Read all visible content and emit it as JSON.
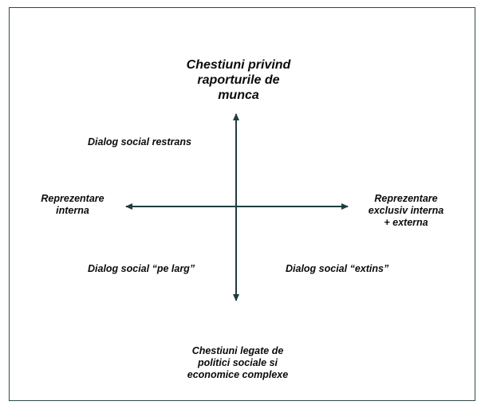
{
  "diagram": {
    "top_label": [
      "Chestiuni privind",
      "raporturile de",
      "munca"
    ],
    "bottom_label": [
      "Chestiuni legate de",
      "politici sociale si",
      "economice complexe"
    ],
    "left_label": [
      "Reprezentare",
      "interna"
    ],
    "right_label": [
      "Reprezentare",
      "exclusiv interna",
      "+ externa"
    ],
    "quadrant_top_left": "Dialog social restrans",
    "quadrant_bottom_left": "Dialog social “pe larg”",
    "quadrant_bottom_right": "Dialog social “extins”",
    "axis_color": "#1f3d3d",
    "frame_color": "#2e4a4a"
  }
}
